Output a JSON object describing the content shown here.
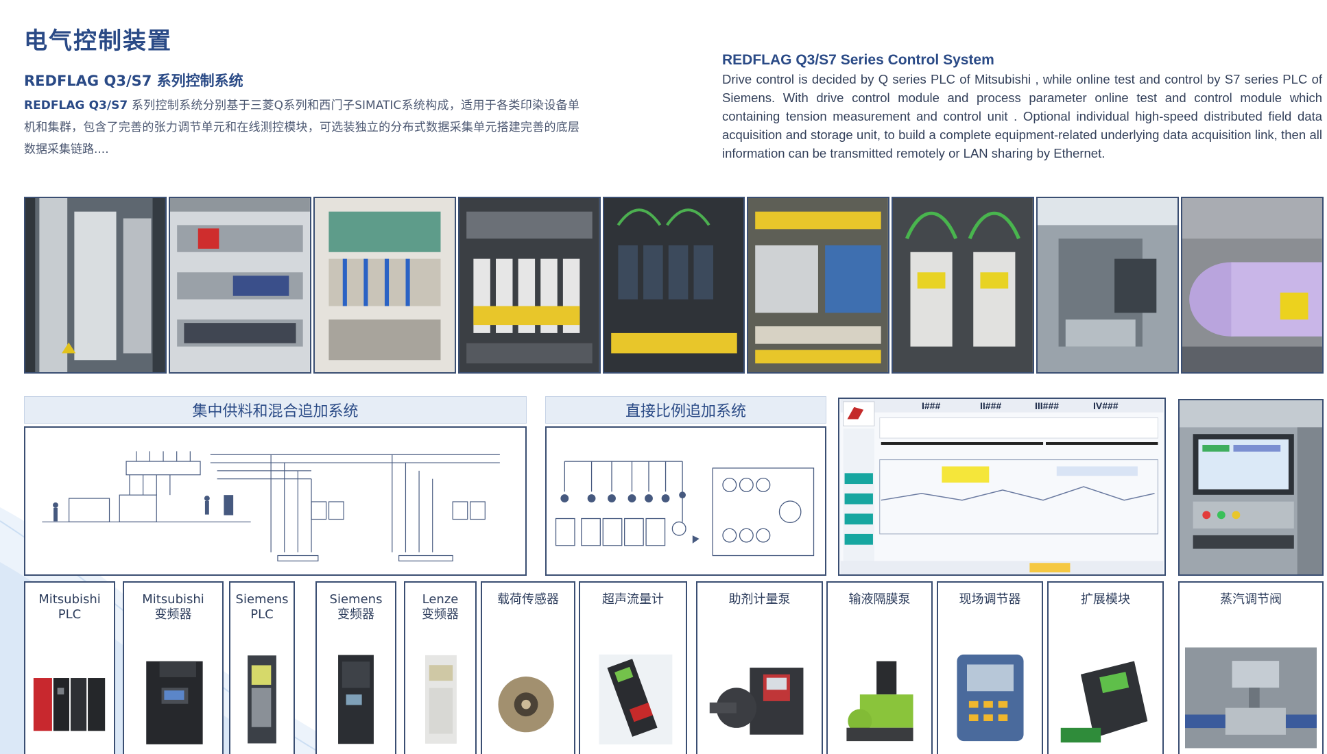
{
  "header": {
    "title": "电气控制装置"
  },
  "cn": {
    "heading": "REDFLAG Q3/S7 系列控制系统",
    "lead": "REDFLAG Q3/S7",
    "body": " 系列控制系统分别基于三菱Q系列和西门子SIMATIC系统构成，适用于各类印染设备单机和集群，包含了完善的张力调节单元和在线测控模块，可选装独立的分布式数据采集单元搭建完善的底层数据采集链路...."
  },
  "en": {
    "heading": "REDFLAG Q3/S7 Series Control System",
    "body": "Drive control is decided by Q series PLC of Mitsubishi , while online test and control by S7 series PLC of Siemens. With drive control module and  process parameter online test and control module which containing tension measurement and control unit . Optional individual high-speed distributed field data acquisition and storage unit, to build a complete equipment-related underlying data acquisition link, then all information can be transmitted remotely or LAN sharing by Ethernet."
  },
  "systems": [
    {
      "title": "集中供料和混合追加系统"
    },
    {
      "title": "直接比例追加系统"
    }
  ],
  "hmi": {
    "headings": [
      "I###",
      "II###",
      "III###",
      "IV###"
    ]
  },
  "components": [
    {
      "label": "Mitsubishi\nPLC"
    },
    {
      "label": "Mitsubishi\n变频器"
    },
    {
      "label": "Siemens\nPLC"
    },
    {
      "label": "Siemens\n变频器"
    },
    {
      "label": "Lenze\n变频器"
    },
    {
      "label": "载荷传感器"
    },
    {
      "label": "超声流量计"
    },
    {
      "label": "助剂计量泵"
    },
    {
      "label": "输液隔膜泵"
    },
    {
      "label": "现场调节器"
    },
    {
      "label": "扩展模块"
    },
    {
      "label": "蒸汽调节阀"
    }
  ],
  "colors": {
    "brand": "#2a4a86",
    "frame": "#3a4e72",
    "title_box": "#e6edf6"
  }
}
